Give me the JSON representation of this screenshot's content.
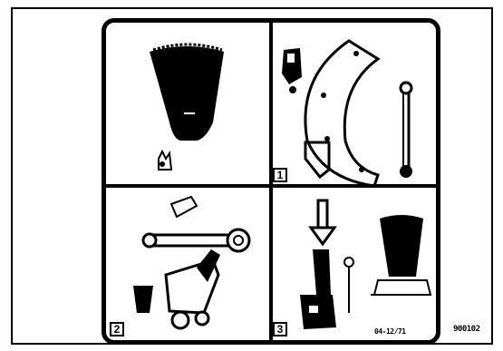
{
  "diagram": {
    "steps": [
      {
        "label": "1"
      },
      {
        "label": "2"
      },
      {
        "label": "3"
      }
    ],
    "inner_code": "04-12/71",
    "figure_code": "900102"
  },
  "colors": {
    "ink": "#000000",
    "paper": "#ffffff"
  }
}
